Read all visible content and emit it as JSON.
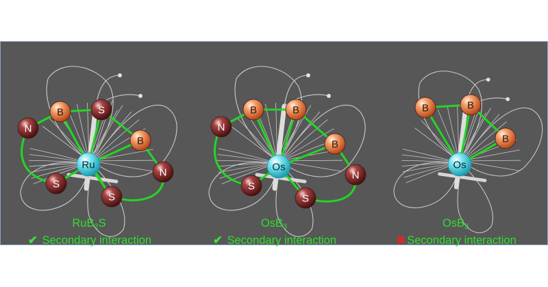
{
  "colors": {
    "background": "#575757",
    "bond": "#23d623",
    "caption": "#2ee02e",
    "boron": "#f07a3c",
    "nitrogen_sulfur": "#8b2a2a",
    "metal": "#49d6e6",
    "check": "#39e639",
    "cross": "#e0261f"
  },
  "panels": [
    {
      "id": "rub2s",
      "formula_main": "RuB",
      "formula_sub": "2",
      "formula_tail": "S",
      "mark": "check",
      "mark_glyph": "✔",
      "status": "Secondary interaction",
      "atoms": [
        {
          "label": "B",
          "type": "boron"
        },
        {
          "label": "S",
          "type": "sulfur"
        },
        {
          "label": "N",
          "type": "nitrogen"
        },
        {
          "label": "B",
          "type": "boron"
        },
        {
          "label": "N",
          "type": "nitrogen"
        },
        {
          "label": "S",
          "type": "sulfur"
        },
        {
          "label": "S",
          "type": "sulfur"
        },
        {
          "label": "Ru",
          "type": "metal"
        }
      ]
    },
    {
      "id": "osb3-a",
      "formula_main": "OsB",
      "formula_sub": "3",
      "formula_tail": "",
      "mark": "check",
      "mark_glyph": "✔",
      "status": "Secondary interaction",
      "atoms": [
        {
          "label": "B",
          "type": "boron"
        },
        {
          "label": "B",
          "type": "boron"
        },
        {
          "label": "N",
          "type": "nitrogen"
        },
        {
          "label": "B",
          "type": "boron"
        },
        {
          "label": "N",
          "type": "nitrogen"
        },
        {
          "label": "S",
          "type": "sulfur"
        },
        {
          "label": "S",
          "type": "sulfur"
        },
        {
          "label": "Os",
          "type": "metal"
        }
      ]
    },
    {
      "id": "osb3-b",
      "formula_main": "OsB",
      "formula_sub": "3",
      "formula_tail": "",
      "mark": "cross",
      "mark_glyph": "✖",
      "status": "Secondary interaction",
      "atoms": [
        {
          "label": "B",
          "type": "boron"
        },
        {
          "label": "B",
          "type": "boron"
        },
        {
          "label": "B",
          "type": "boron"
        },
        {
          "label": "Os",
          "type": "metal"
        }
      ]
    }
  ]
}
